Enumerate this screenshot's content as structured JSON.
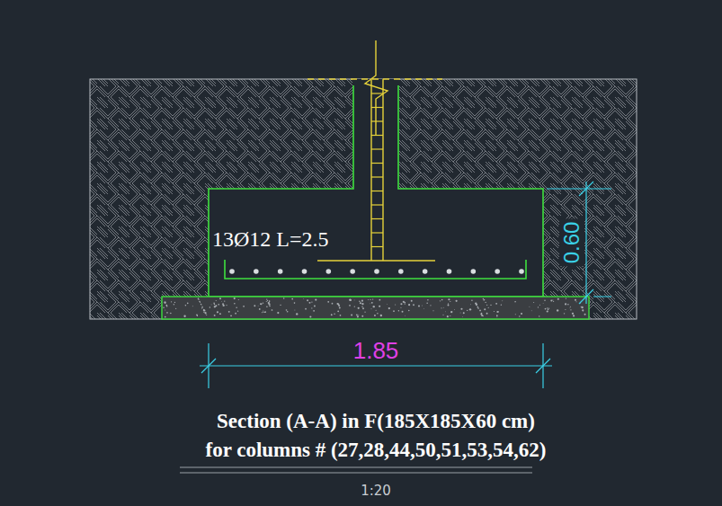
{
  "diagram": {
    "labels": [
      "13Ø12 L=2.5",
      "0.60",
      "1.85",
      "Section (A-A) in F(185X185X60 cm)",
      "for columns # (27,28,44,50,51,53,54,62)",
      "1:20"
    ]
  }
}
